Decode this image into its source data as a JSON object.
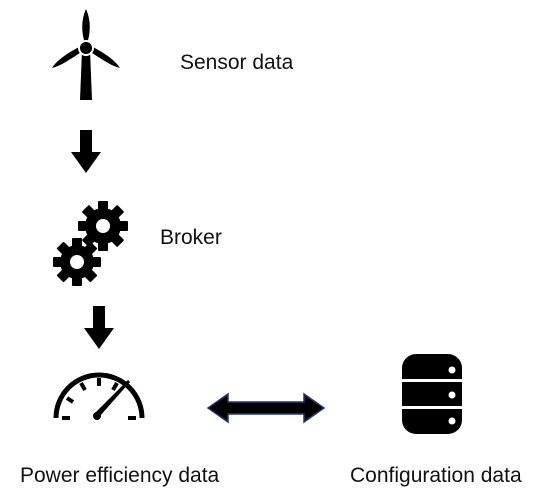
{
  "diagram": {
    "nodes": {
      "sensor": {
        "label": "Sensor data",
        "icon": "wind-turbine-icon"
      },
      "broker": {
        "label": "Broker",
        "icon": "gears-icon"
      },
      "power": {
        "label": "Power efficiency data",
        "icon": "speedometer-icon"
      },
      "config": {
        "label": "Configuration data",
        "icon": "database-icon"
      }
    },
    "edges": [
      {
        "from": "sensor",
        "to": "broker",
        "style": "down-arrow"
      },
      {
        "from": "broker",
        "to": "power",
        "style": "down-arrow"
      },
      {
        "from": "power",
        "to": "config",
        "style": "double-headed-arrow"
      }
    ],
    "colors": {
      "icon": "#000000",
      "arrow_outline": "#1f3a6b",
      "background": "#ffffff"
    }
  }
}
